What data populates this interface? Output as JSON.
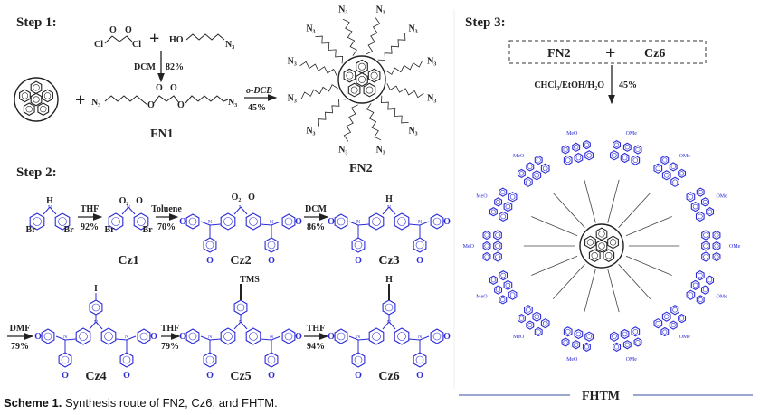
{
  "steps": {
    "step1": "Step 1:",
    "step2": "Step 2:",
    "step3": "Step 3:"
  },
  "atoms": {
    "O": "O",
    "Cl": "Cl",
    "HO": "HO",
    "N3": "N₃",
    "Br": "Br",
    "H": "H",
    "N": "N",
    "O2": "O₂",
    "I": "I",
    "TMS": "TMS",
    "OMe": "OMe",
    "MeO": "MeO"
  },
  "plus": "+",
  "step1": {
    "r1": {
      "reagent": "DCM",
      "yield": "82%"
    },
    "r2": {
      "reagent": "o-DCB",
      "yield": "45%"
    },
    "fn1": "FN1",
    "fn2": "FN2"
  },
  "step2": {
    "arrows": [
      {
        "reagent": "THF",
        "yield": "92%"
      },
      {
        "reagent": "Toluene",
        "yield": "70%"
      },
      {
        "reagent": "DCM",
        "yield": "86%"
      },
      {
        "reagent": "DMF",
        "yield": "79%"
      },
      {
        "reagent": "THF",
        "yield": "79%"
      },
      {
        "reagent": "THF",
        "yield": "94%"
      }
    ],
    "compounds": [
      "Cz1",
      "Cz2",
      "Cz3",
      "Cz4",
      "Cz5",
      "Cz6"
    ]
  },
  "step3": {
    "reactant1": "FN2",
    "reactant2": "Cz6",
    "reagent": "CHCl₃/EtOH/H₂O",
    "yield": "45%",
    "product": "FHTM"
  },
  "caption": {
    "bold": "Scheme 1.",
    "text": " Synthesis route of FN2, Cz6, and FHTM."
  },
  "colors": {
    "structure": "#2b2bd6",
    "text": "#222222"
  }
}
